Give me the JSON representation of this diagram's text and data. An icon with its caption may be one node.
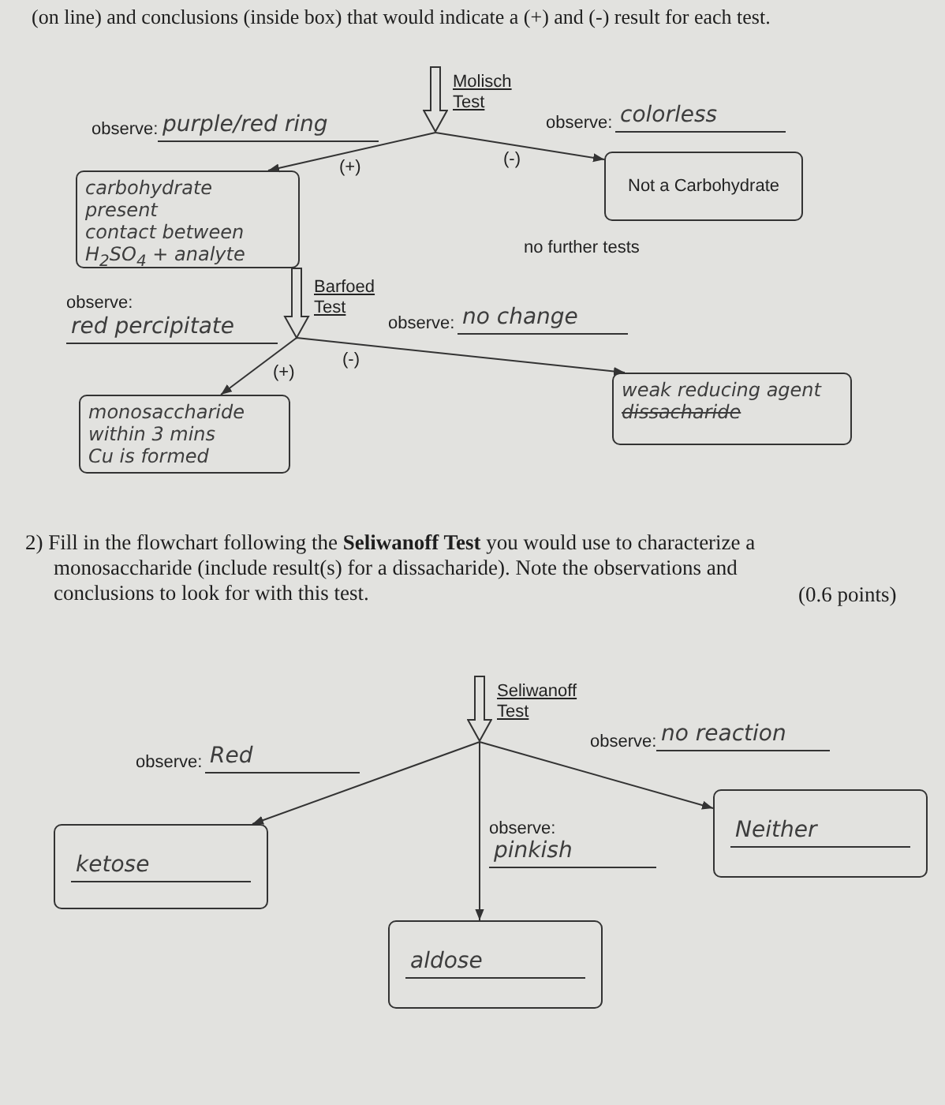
{
  "diagram": {
    "nodes": [
      {
        "text": [
          "Molisch Test"
        ]
      },
      {
        "text": [
          "carbohydrate present",
          "contact between H$_{2}$SO$_{4}$ + analyte"
        ]
      },
      {
        "text": [
          "Not a Carbohydrate"
        ],
        "beside": [
          "no further tests"
        ]
      },
      {
        "text": [
          "Barfoed Test"
        ]
      },
      {
        "text": [
          "monosaccharide within 3 mins",
          "Cu is formed"
        ]
      },
      {
        "text": [
          "weak reducing agent",
          "dissacharide"
        ]
      },
      {
        "text": [
          "Seliwanoff Test"
        ]
      },
      {
        "text": [
          "ketose"
        ]
      },
      {
        "text": [
          "Neither"
        ]
      },
      {
        "text": [
          "aldose"
        ]
      }
    ],
    "edges": [
      {
        "from": 0,
        "to": 1,
        "arrow": "to",
        "label": "(+)"
      },
      {
        "from": 0,
        "to": 2,
        "arrow": "to",
        "label": "(-)"
      },
      {
        "from": 1,
        "to": 3,
        "arrow": "to",
        "style": "thick"
      },
      {
        "from": 3,
        "to": 4,
        "arrow": "to",
        "label": "(+)"
      },
      {
        "from": 3,
        "to": 5,
        "arrow": "to",
        "label": "(-)"
      },
      {
        "from": 6,
        "to": 7,
        "arrow": "to"
      },
      {
        "from": 6,
        "to": 9,
        "arrow": "to"
      },
      {
        "from": 6,
        "to": 8,
        "arrow": "to"
      }
    ],
    "labels": [
      "(on line) and conclusions (inside box) that would indicate a (+) and (-) result for each test.",
      "observe:",
      "purple/red ring",
      "observe:",
      "colorless",
      "observe:",
      "red percipitate",
      "observe:",
      "no change",
      "2) Fill in the flowchart following the **Seliwanoff Test** you would use to characterize a monosaccharide (include result(s) for a dissacharide). Note the observations and conclusions to look for with this test.",
      "(0.6 points)",
      "observe:",
      "Red",
      "observe:",
      "no reaction",
      "observe:",
      "pinkish"
    ]
  }
}
